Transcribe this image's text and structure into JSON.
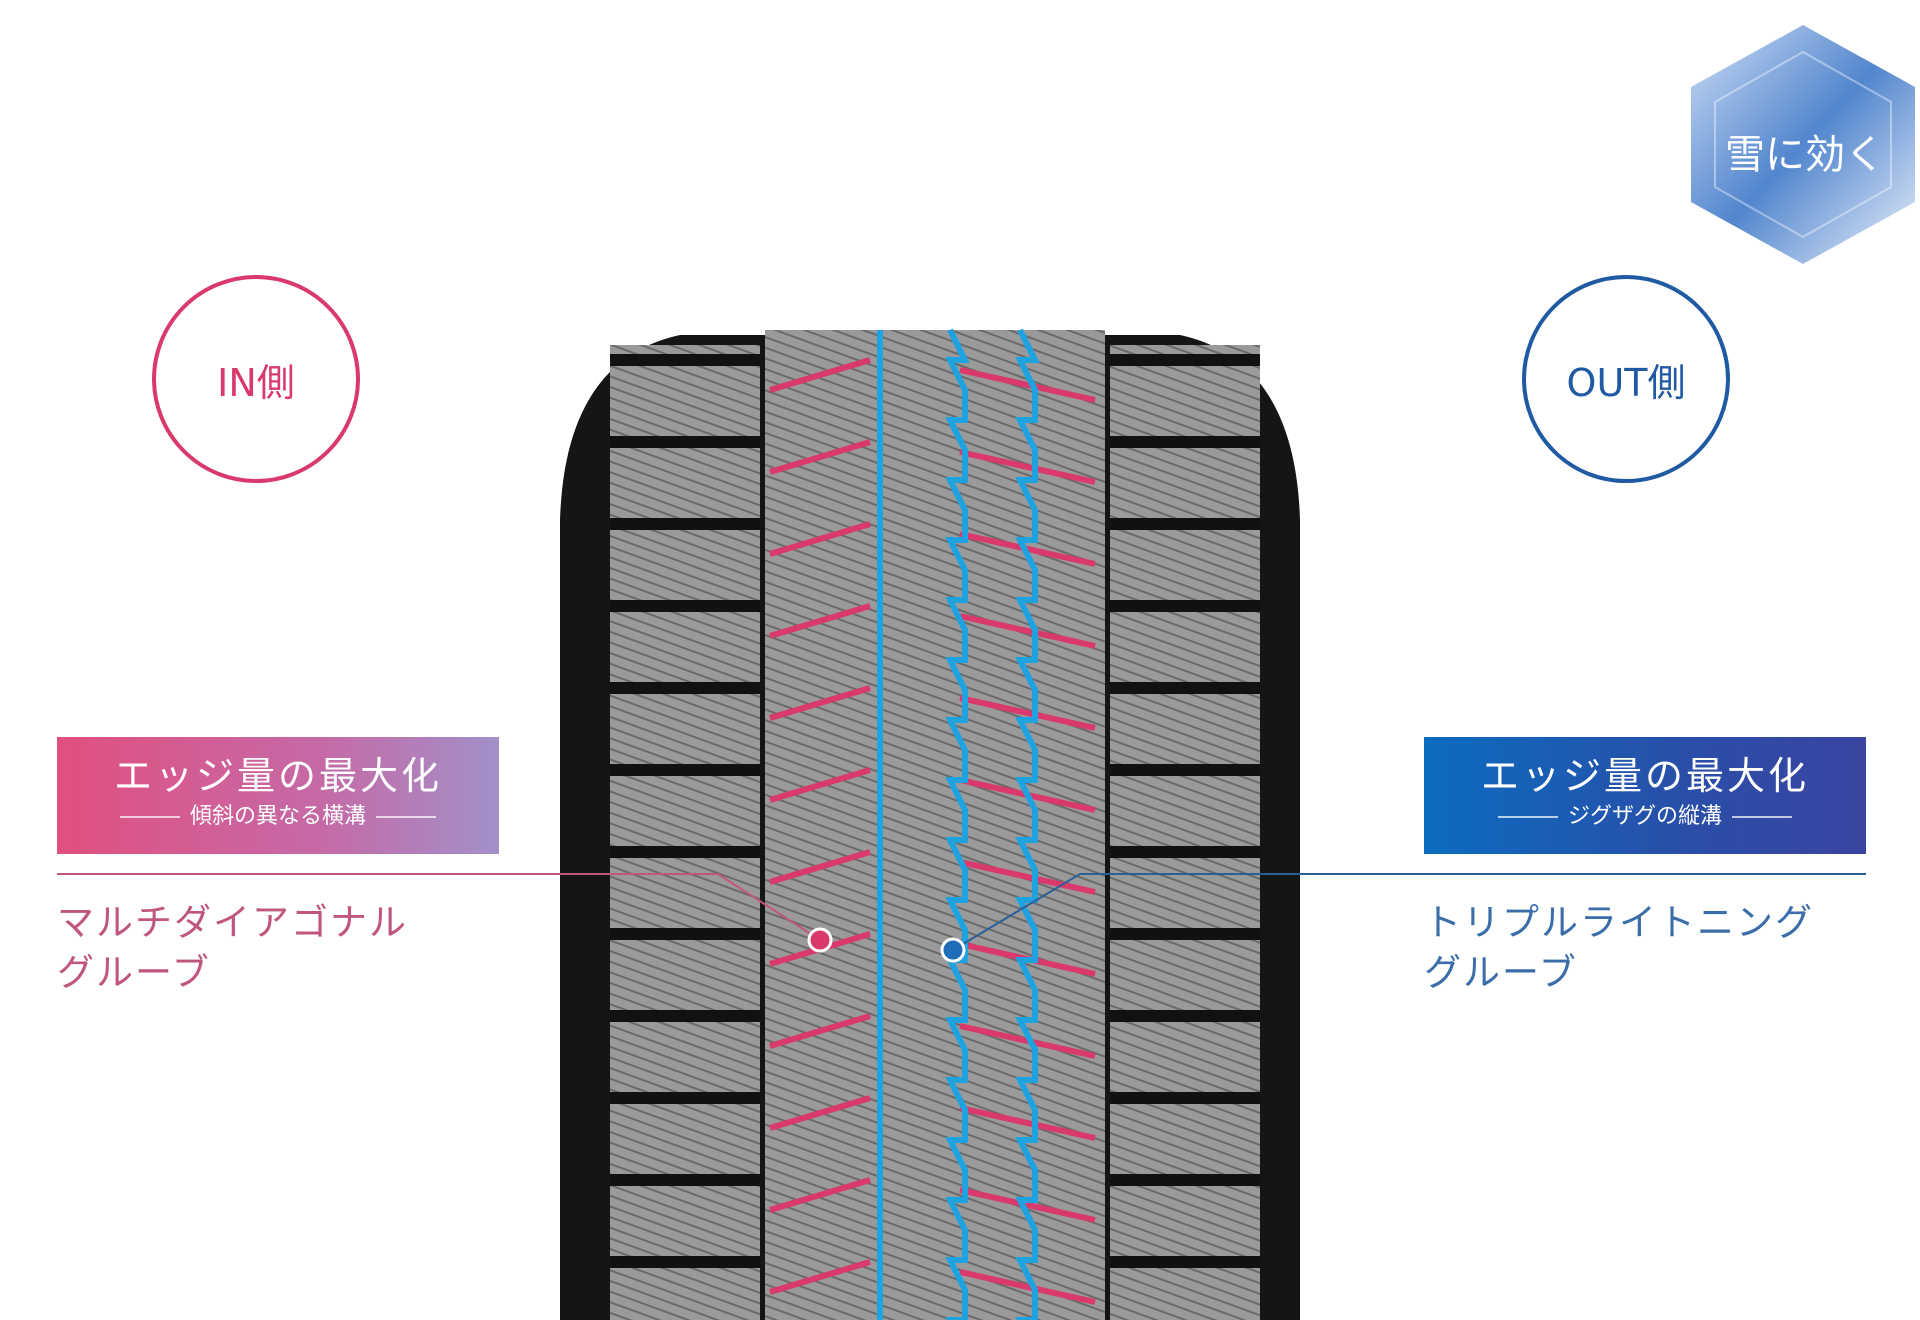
{
  "badge": {
    "text": "雪に効く",
    "color": "#3f78c8"
  },
  "in_side": {
    "label": "IN側",
    "color": "#d9396b"
  },
  "out_side": {
    "label": "OUT側",
    "color": "#1f5aa3"
  },
  "left_callout": {
    "title": "エッジ量の最大化",
    "subtitle": "傾斜の異なる横溝",
    "name_line1": "マルチダイアゴナル",
    "name_line2": "グルーブ",
    "color": "#d9396b"
  },
  "right_callout": {
    "title": "エッジ量の最大化",
    "subtitle": "ジグザグの縦溝",
    "name_line1": "トリプルライトニング",
    "name_line2": "グルーブ",
    "color": "#1f6cb8"
  }
}
